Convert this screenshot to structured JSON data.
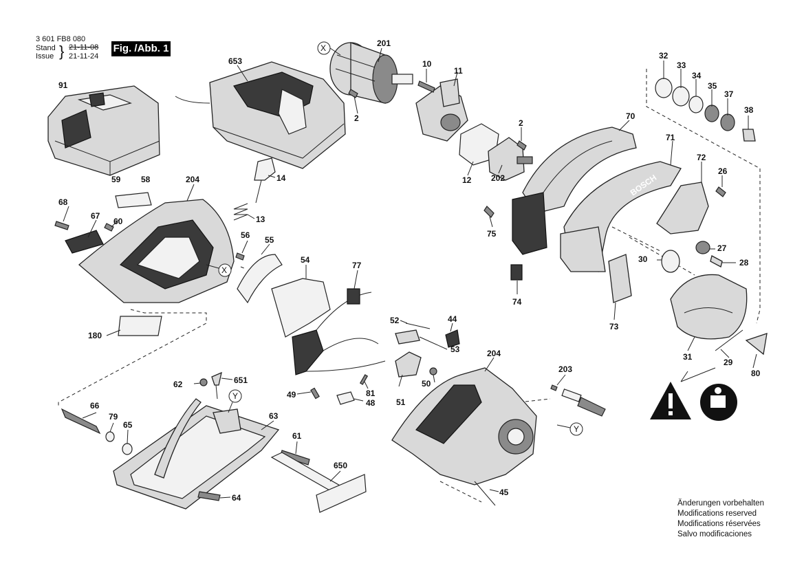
{
  "header": {
    "part_number": "3 601 FB8 080",
    "stand_label": "Stand",
    "issue_label": "Issue",
    "old_date": "21-11-08",
    "new_date": "21-11-24",
    "figure_label": "Fig. /Abb. 1"
  },
  "callouts": {
    "c91": "91",
    "c653": "653",
    "c201": "201",
    "c10": "10",
    "c11": "11",
    "c2a": "2",
    "c2b": "2",
    "c12": "12",
    "c202": "202",
    "c70": "70",
    "c32": "32",
    "c33": "33",
    "c34": "34",
    "c35": "35",
    "c37": "37",
    "c38": "38",
    "c71": "71",
    "c72": "72",
    "c26": "26",
    "c14": "14",
    "c13": "13",
    "c59": "59",
    "c58": "58",
    "c204a": "204",
    "c68": "68",
    "c67": "67",
    "c60": "60",
    "c56": "56",
    "c55": "55",
    "c54": "54",
    "c77": "77",
    "c75": "75",
    "c74": "74",
    "c27": "27",
    "c30": "30",
    "c28": "28",
    "c73": "73",
    "c52": "52",
    "c44": "44",
    "c53": "53",
    "c180": "180",
    "c31": "31",
    "c29": "29",
    "c80": "80",
    "c204b": "204",
    "c203": "203",
    "c62": "62",
    "c651": "651",
    "c49": "49",
    "c81": "81",
    "c48": "48",
    "c50": "50",
    "c51": "51",
    "c66": "66",
    "c79": "79",
    "c65": "65",
    "c63": "63",
    "c61": "61",
    "c650": "650",
    "c64": "64",
    "c45": "45"
  },
  "markers": {
    "x1": "X",
    "x2": "X",
    "y1": "Y",
    "y2": "Y"
  },
  "disclaimer": {
    "de": "Änderungen vorbehalten",
    "en": "Modifications reserved",
    "fr": "Modifications réservées",
    "es": "Salvo modificaciones"
  },
  "icons": [
    "warning-triangle-icon",
    "read-manual-icon"
  ]
}
